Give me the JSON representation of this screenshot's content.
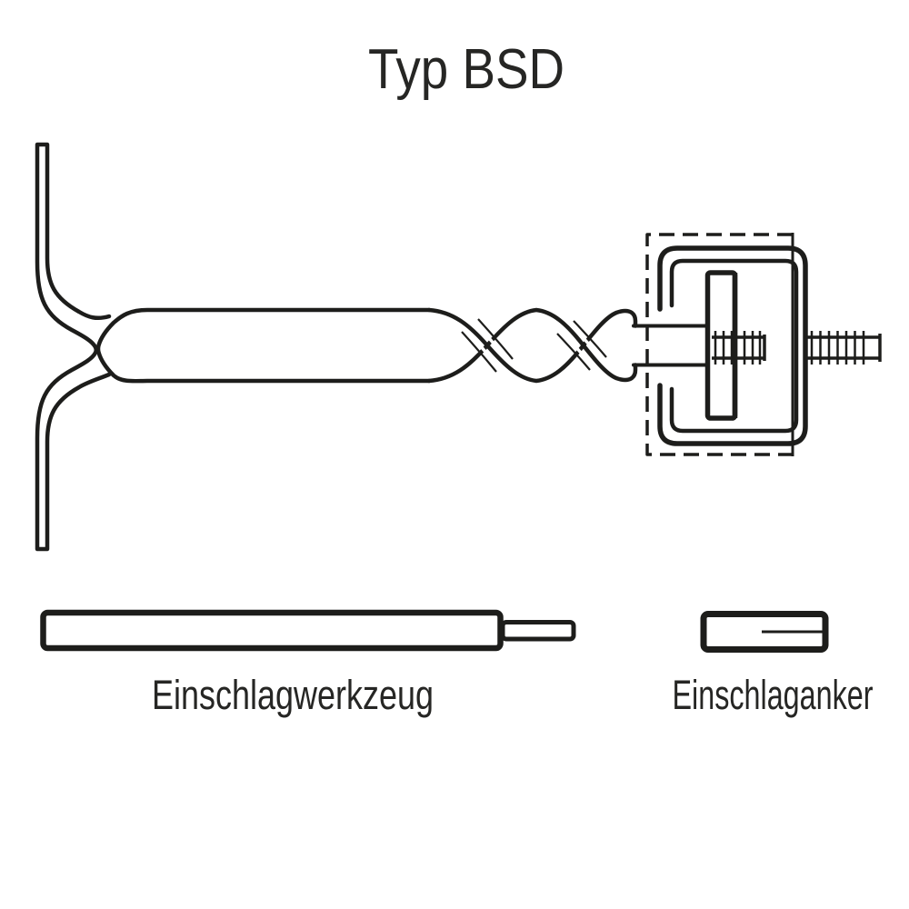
{
  "title": "Typ BSD",
  "labels": {
    "driving_tool": "Einschlagwerkzeug",
    "drive_in_anchor": "Einschlaganker"
  },
  "colors": {
    "line": "#1d1d1b",
    "text": "#262624",
    "background": "#ffffff"
  }
}
